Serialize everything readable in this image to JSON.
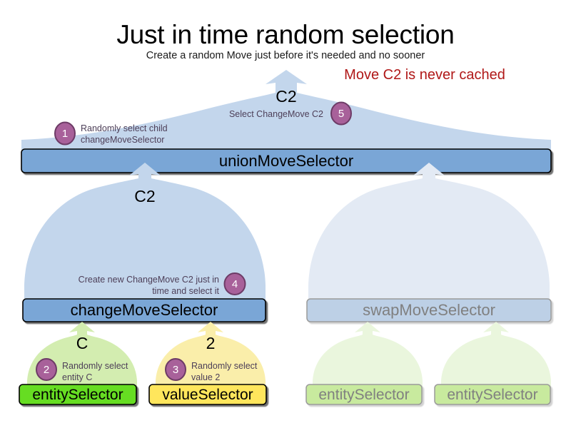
{
  "header": {
    "title": "Just in time random selection",
    "subtitle": "Create a random Move just before it's needed and no sooner",
    "note": "Move C2 is never cached"
  },
  "colors": {
    "dome_blue": "#c3d6ec",
    "dome_blue_faded": "#e3eaf4",
    "box_blue": "#7aa6d6",
    "box_blue_faded": "#bdd0e6",
    "dome_green": "#d3edb0",
    "dome_green_faded": "#eaf6dd",
    "box_green": "#66dd22",
    "box_green_faded": "#c8ea9e",
    "dome_yellow": "#faeeaa",
    "box_yellow": "#ffe65c",
    "badge_fill": "#a8619a",
    "badge_stroke": "#6d3b66",
    "anno_text": "#4d3f58",
    "note_red": "#b01818",
    "faded_text": "#808080",
    "border_black": "#000000",
    "border_faded": "#9a9a9a"
  },
  "nodes": {
    "union": {
      "label": "unionMoveSelector",
      "move": "C2"
    },
    "change": {
      "label": "changeMoveSelector",
      "move": "C2"
    },
    "swap": {
      "label": "swapMoveSelector"
    },
    "entity_left": {
      "label": "entitySelector",
      "move": "C"
    },
    "value_left": {
      "label": "valueSelector",
      "move": "2"
    },
    "entity_swap_a": {
      "label": "entitySelector"
    },
    "entity_swap_b": {
      "label": "entitySelector"
    }
  },
  "steps": [
    {
      "num": "1",
      "text": "Randomly select child\nchangeMoveSelector"
    },
    {
      "num": "2",
      "text": "Randomly\nselect entity C"
    },
    {
      "num": "3",
      "text": "Randomly\nselect value 2"
    },
    {
      "num": "4",
      "text": "Create new ChangeMove C2\njust in time and select it"
    },
    {
      "num": "5",
      "text": "Select ChangeMove C2"
    }
  ]
}
